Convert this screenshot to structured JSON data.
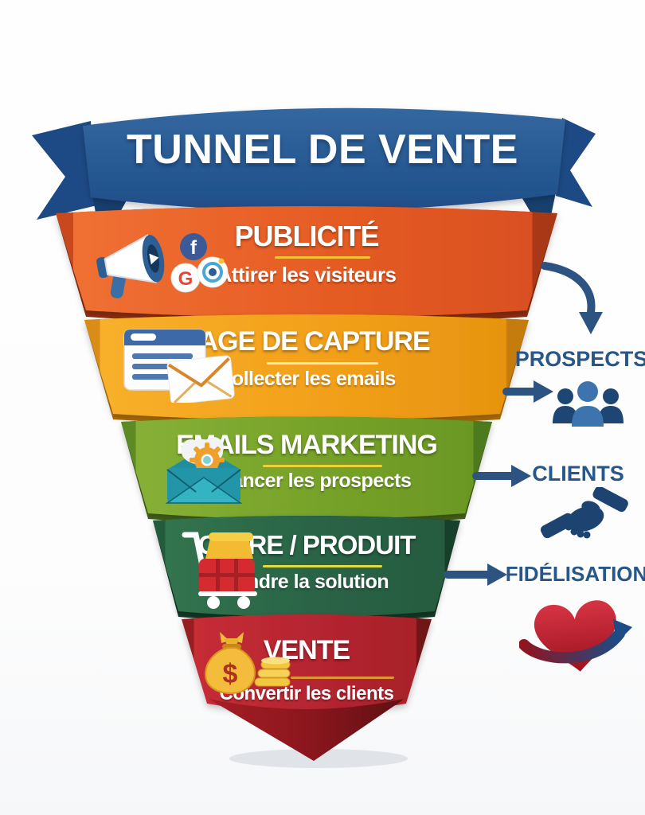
{
  "banner": {
    "title": "TUNNEL DE VENTE"
  },
  "stages": [
    {
      "title": "PUBLICITÉ",
      "subtitle": "Attirer les visiteurs",
      "color": "#e4591f",
      "icon": "megaphone-social-icons"
    },
    {
      "title": "PAGE DE CAPTURE",
      "subtitle": "Collecter les emails",
      "color": "#f4a01c",
      "icon": "form-envelope-icon"
    },
    {
      "title": "EMAILS MARKETING",
      "subtitle": "Relancer les prospects",
      "color": "#79a42a",
      "icon": "envelope-gear-icon"
    },
    {
      "title": "OFFRE / PRODUIT",
      "subtitle": "Vendre la solution",
      "color": "#2c6a49",
      "icon": "shopping-cart-icon"
    },
    {
      "title": "VENTE",
      "subtitle": "Convertir les clients",
      "color": "#b9262e",
      "icon": "money-bag-icon"
    }
  ],
  "side_labels": [
    {
      "label": "PROSPECTS",
      "icon": "people-group-icon"
    },
    {
      "label": "CLIENTS",
      "icon": "handshake-icon"
    },
    {
      "label": "FIDÉLISATION",
      "icon": "heart-loyalty-icon"
    }
  ],
  "icons": {
    "facebook_letter": "f",
    "google_letter": "G",
    "dollar_sign": "$"
  },
  "colors": {
    "ribbon_blue": "#2a5c9f",
    "label_blue": "#275689",
    "arrow_blue": "#2d5480",
    "underline_yellow": "#f6c235"
  }
}
